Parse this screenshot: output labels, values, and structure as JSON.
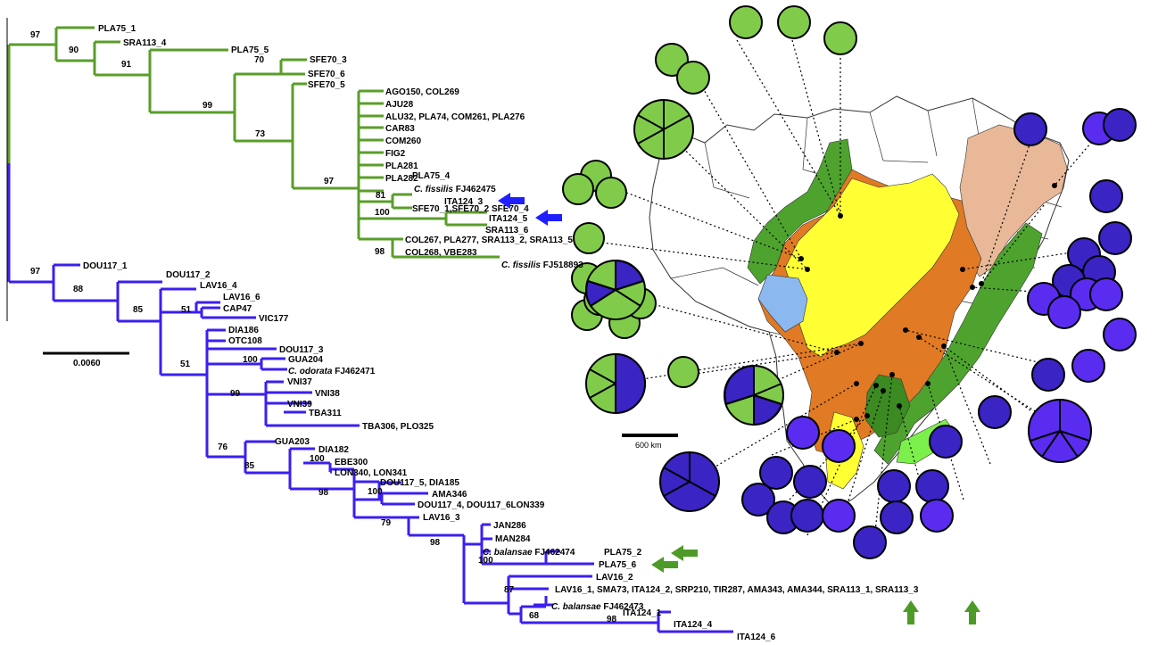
{
  "tree": {
    "scale_label": "0.0060",
    "green_bootstraps": [
      "97",
      "90",
      "91",
      "70",
      "99",
      "73",
      "97",
      "81",
      "100",
      "98"
    ],
    "blue_bootstraps": [
      "97",
      "88",
      "85",
      "51",
      "51",
      "100",
      "99",
      "76",
      "85",
      "100",
      "98",
      "100",
      "79",
      "98",
      "100",
      "87",
      "68",
      "98"
    ],
    "green_taxa": [
      {
        "id": "PLA75_1",
        "text": "PLA75_1"
      },
      {
        "id": "SRA113_4",
        "text": "SRA113_4"
      },
      {
        "id": "PLA75_5",
        "text": "PLA75_5"
      },
      {
        "id": "SFE70_3",
        "text": "SFE70_3"
      },
      {
        "id": "SFE70_6",
        "text": "SFE70_6"
      },
      {
        "id": "SFE70_5",
        "text": "SFE70_5"
      },
      {
        "id": "AGO150",
        "text": "AGO150, COL269"
      },
      {
        "id": "AJU28",
        "text": "AJU28"
      },
      {
        "id": "ALU32",
        "text": "ALU32, PLA74, COM261, PLA276"
      },
      {
        "id": "CAR83",
        "text": "CAR83"
      },
      {
        "id": "COM260",
        "text": "COM260"
      },
      {
        "id": "FIG2",
        "text": "FIG2"
      },
      {
        "id": "PLA281",
        "text": "PLA281"
      },
      {
        "id": "PLA282",
        "text": "PLA282"
      },
      {
        "id": "PLA75_4",
        "text": "PLA75_4"
      },
      {
        "id": "ITA124_3",
        "text": "ITA124_3"
      },
      {
        "id": "SFE70_1",
        "text": "SFE70_1,SFE70_2 SFE70_4"
      },
      {
        "id": "ITA124_5",
        "text": "ITA124_5"
      },
      {
        "id": "SRA113_6",
        "text": "SRA113_6"
      },
      {
        "id": "COL267",
        "text": "COL267, PLA277, SRA113_2, SRA113_5"
      },
      {
        "id": "COL268",
        "text": "COL268, VBE283"
      }
    ],
    "green_refs": {
      "fissilis1_species": "C. fissilis",
      "fissilis1_acc": "FJ462475",
      "fissilis2_species": "C. fissilis",
      "fissilis2_acc": "FJ518893"
    },
    "blue_taxa": [
      {
        "id": "DOU117_1",
        "text": "DOU117_1"
      },
      {
        "id": "DOU117_2",
        "text": "DOU117_2"
      },
      {
        "id": "LAV16_4",
        "text": "LAV16_4"
      },
      {
        "id": "LAV16_6",
        "text": "LAV16_6"
      },
      {
        "id": "CAP47",
        "text": "CAP47"
      },
      {
        "id": "VIC177",
        "text": "VIC177"
      },
      {
        "id": "DIA186",
        "text": "DIA186"
      },
      {
        "id": "OTC108",
        "text": "OTC108"
      },
      {
        "id": "DOU117_3",
        "text": "DOU117_3"
      },
      {
        "id": "GUA204",
        "text": "GUA204"
      },
      {
        "id": "VNI37",
        "text": "VNI37"
      },
      {
        "id": "VNI38",
        "text": "VNI38"
      },
      {
        "id": "VNI39",
        "text": "VNI39"
      },
      {
        "id": "TBA311",
        "text": "TBA311"
      },
      {
        "id": "TBA306",
        "text": "TBA306, PLO325"
      },
      {
        "id": "GUA203",
        "text": "GUA203"
      },
      {
        "id": "DIA182",
        "text": "DIA182"
      },
      {
        "id": "EBE300",
        "text": "EBE300"
      },
      {
        "id": "LON340",
        "text": "LON340, LON341"
      },
      {
        "id": "DOU117_5",
        "text": "DOU117_5, DIA185"
      },
      {
        "id": "AMA346",
        "text": "AMA346"
      },
      {
        "id": "DOU117_4",
        "text": "DOU117_4, DOU117_6LON339"
      },
      {
        "id": "LAV16_3",
        "text": "LAV16_3"
      },
      {
        "id": "JAN286",
        "text": "JAN286"
      },
      {
        "id": "MAN284",
        "text": "MAN284"
      },
      {
        "id": "PLA75_2",
        "text": "PLA75_2"
      },
      {
        "id": "PLA75_6",
        "text": "PLA75_6"
      },
      {
        "id": "LAV16_2",
        "text": "LAV16_2"
      },
      {
        "id": "LAV16_1",
        "text": "LAV16_1, SMA73, ITA124_2, SRP210, TIR287, AMA343, AMA344, SRA113_1, SRA113_3"
      },
      {
        "id": "ITA124_1",
        "text": "ITA124_1"
      },
      {
        "id": "ITA124_4",
        "text": "ITA124_4"
      },
      {
        "id": "ITA124_6",
        "text": "ITA124_6"
      }
    ],
    "blue_refs": {
      "odorata_species": "C. odorata",
      "odorata_acc": "FJ462471",
      "balansae1_species": "C. balansae",
      "balansae1_acc": "FJ462474",
      "balansae2_species": "C. balansae",
      "balansae2_acc": "FJ462473"
    }
  },
  "map": {
    "scale_label": "600 km",
    "colors": {
      "green_haplotype": "#80cc4a",
      "blue_haplotype_dark": "#3a24c4",
      "blue_haplotype_light": "#5a2cf0",
      "amazon_forest": "#4ea32e",
      "atlantic_forest": "#4ea32e",
      "transition": "#e07a24",
      "cerrado": "#ffff33",
      "caatinga": "#e8b898",
      "pantanal": "#8cb8f0",
      "pampa": "#7cf04a"
    }
  },
  "colors": {
    "green_clade": "#5a9e2a",
    "blue_clade": "#3b1ff0",
    "arrow_blue": "#2020ff",
    "arrow_green": "#4e9a28"
  }
}
